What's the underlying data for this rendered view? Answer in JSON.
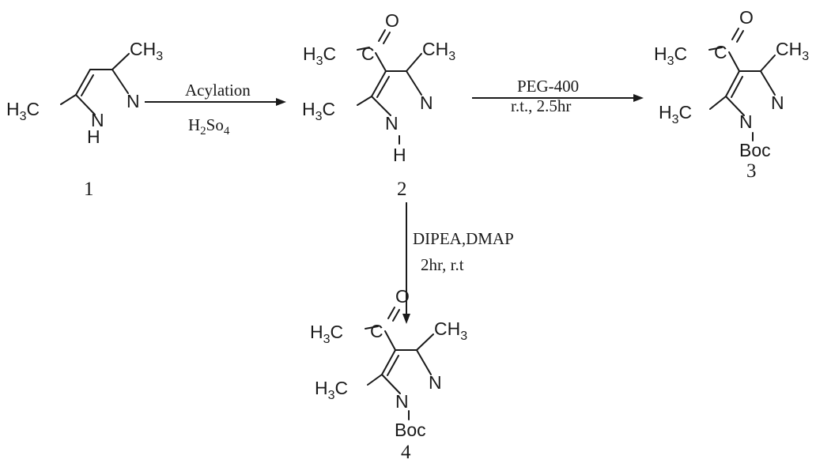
{
  "compounds": [
    {
      "id": "1",
      "atoms": {
        "n2": "N",
        "n1": "N",
        "nh_h": "H",
        "me3": "CH",
        "me3_sub": "3",
        "me5": "H",
        "me5_sub": "3",
        "me5_tail": "C"
      }
    },
    {
      "id": "2",
      "atoms": {
        "o": "O",
        "ac_me": "H",
        "ac_me_sub": "3",
        "ac_me_tail": "C",
        "me3": "CH",
        "me3_sub": "3",
        "me5": "H",
        "me5_sub": "3",
        "me5_tail": "C",
        "n2": "N",
        "n1": "N",
        "nh_h": "H"
      }
    },
    {
      "id": "3",
      "atoms": {
        "o": "O",
        "ac_me": "H",
        "ac_me_sub": "3",
        "ac_me_tail": "C",
        "me3": "CH",
        "me3_sub": "3",
        "me5": "H",
        "me5_sub": "3",
        "me5_tail": "C",
        "n2": "N",
        "n1": "N",
        "boc": "Boc"
      }
    },
    {
      "id": "4",
      "atoms": {
        "o": "O",
        "ac_me": "H",
        "ac_me_sub": "3",
        "ac_me_tail": "C",
        "me3": "CH",
        "me3_sub": "3",
        "me5": "H",
        "me5_sub": "3",
        "me5_tail": "C",
        "n2": "N",
        "n1": "N",
        "boc": "Boc"
      }
    }
  ],
  "reactions": [
    {
      "from": "1",
      "to": "2",
      "above": "Acylation",
      "below_main": "H",
      "below_sub": "2",
      "below_mid": "So",
      "below_sub2": "4"
    },
    {
      "from": "2",
      "to": "3",
      "above": "PEG-400",
      "below": "r.t., 2.5hr"
    },
    {
      "from": "2",
      "to": "4",
      "line1": "DIPEA,DMAP",
      "line2": "2hr, r.t"
    }
  ]
}
